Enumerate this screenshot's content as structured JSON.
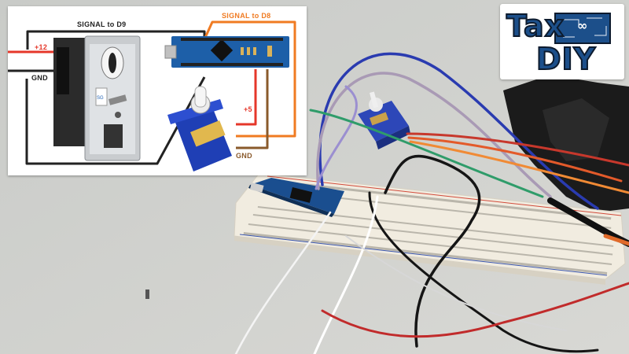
{
  "diagram": {
    "labels": {
      "signal_left": "SIGNAL to D9",
      "signal_right": "SIGNAL to D8",
      "plus12": "+12",
      "gnd_left": "GND",
      "plus5": "+5",
      "gnd_right": "GND"
    },
    "colors": {
      "power12": "#e5372a",
      "signal": "#f07b22",
      "ground": "#222222",
      "servo_signal": "#8a5a2b",
      "arduino": "#1d5fa8",
      "servo": "#1f3fb5"
    }
  },
  "logo": {
    "line1": "Tax",
    "line2": "DIY",
    "icon_text": "∞"
  }
}
